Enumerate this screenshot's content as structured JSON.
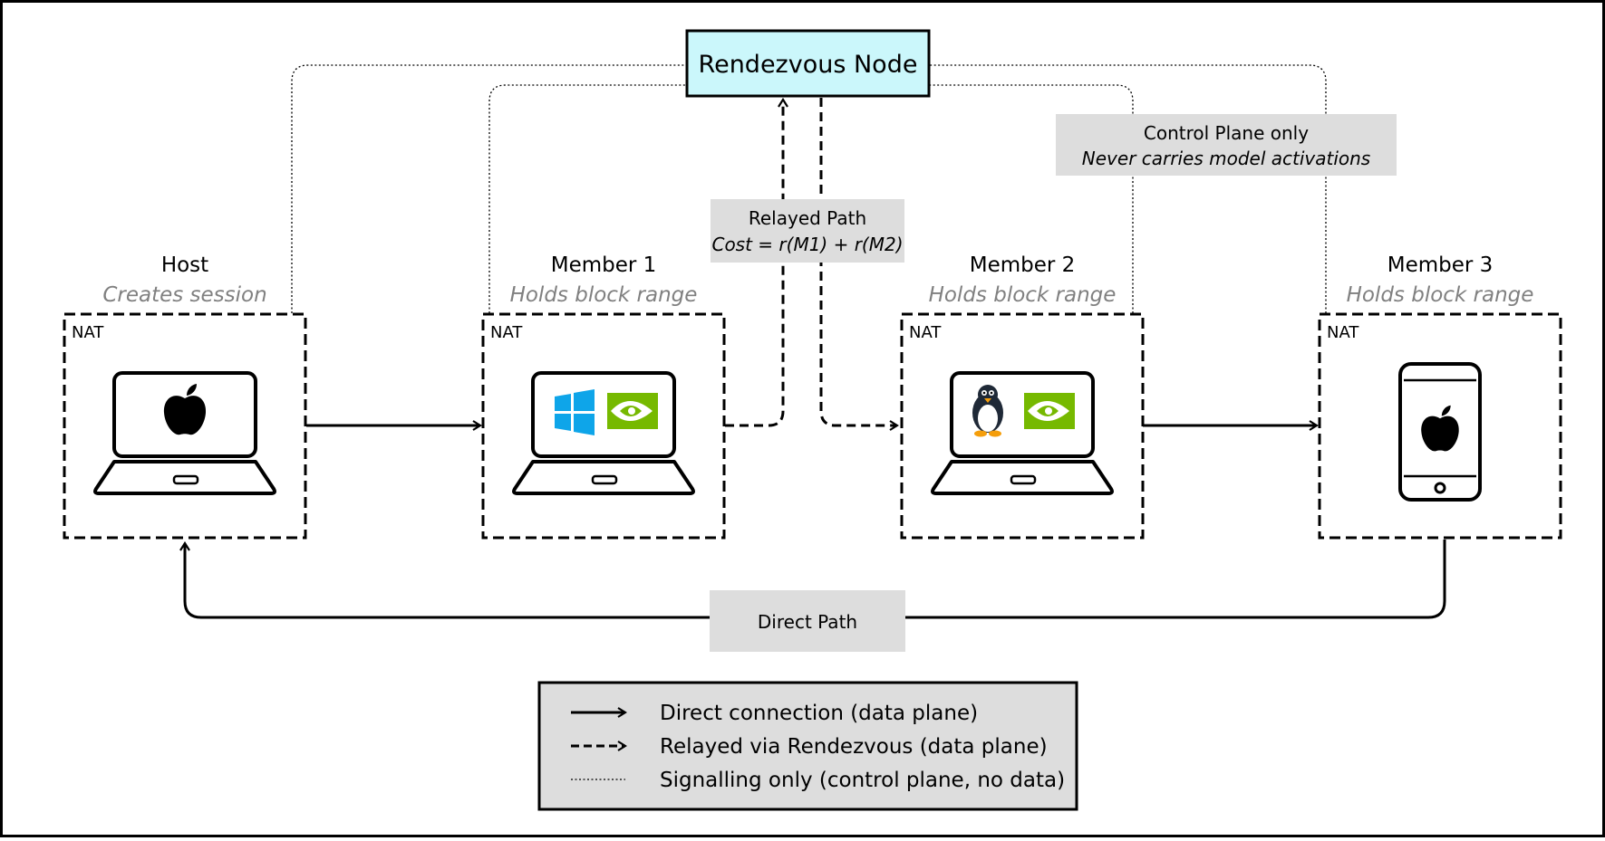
{
  "rendezvous": {
    "label": "Rendezvous Node",
    "fill": "#cbf7fb"
  },
  "nodes": [
    {
      "id": "host",
      "name": "Host",
      "role": "Creates session",
      "nat": "NAT",
      "device": "laptop",
      "icons": [
        "apple-icon"
      ]
    },
    {
      "id": "member1",
      "name": "Member 1",
      "role": "Holds block range",
      "nat": "NAT",
      "device": "laptop",
      "icons": [
        "windows-icon",
        "nvidia-icon"
      ]
    },
    {
      "id": "member2",
      "name": "Member 2",
      "role": "Holds block range",
      "nat": "NAT",
      "device": "laptop",
      "icons": [
        "linux-penguin-icon",
        "nvidia-icon"
      ]
    },
    {
      "id": "member3",
      "name": "Member 3",
      "role": "Holds block range",
      "nat": "NAT",
      "device": "phone",
      "icons": [
        "apple-icon"
      ]
    }
  ],
  "labels": {
    "relayed": {
      "line1": "Relayed Path",
      "line2": "Cost = r(M1) + r(M2)"
    },
    "control": {
      "line1": "Control Plane only",
      "line2": "Never carries model activations"
    },
    "direct": "Direct Path"
  },
  "legend": [
    {
      "style": "solid",
      "text": "Direct connection (data plane)"
    },
    {
      "style": "dashed",
      "text": "Relayed via Rendezvous (data plane)"
    },
    {
      "style": "dotted",
      "text": "Signalling only (control plane, no data)"
    }
  ],
  "colors": {
    "label_bg": "#dddddd",
    "legend_bg": "#dddddd",
    "role_text": "#808080",
    "windows_blue": "#0ea5e9",
    "nvidia_green": "#76b900"
  }
}
